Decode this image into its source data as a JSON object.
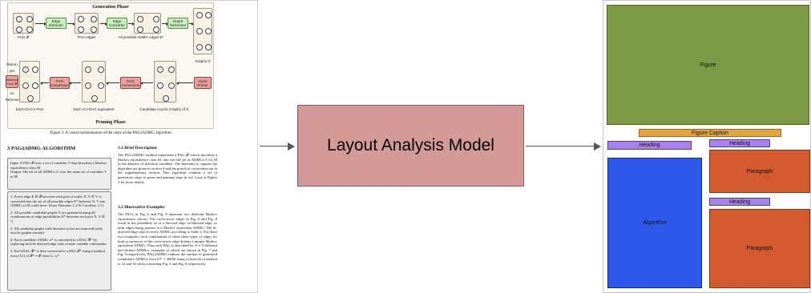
{
  "document": {
    "figure": {
      "generation_phase_title": "Generation Phase",
      "pruning_phase_title": "Pruning Phase",
      "boxes": {
        "edge_extractor": "Edge Extractor",
        "edge_converter": "Edge Converter",
        "graph_generator": "Graph Generator",
        "cycle_pruner": "Cycle Pruner",
        "dag_conversion": "DAG Conversion",
        "pag_conversion": "PAG Conversion",
        "matches_pag": "Matches PAG 𝒫"
      },
      "labels": {
        "pag_p": "PAG 𝒫",
        "pag_edges": "PAG edges",
        "all_admg_edges": "All possible ADMG edges E*",
        "graphs_g": "Graphs G",
        "each_dag_pag": "Each DAG's PAG",
        "each_g_dag": "Each G's DAG equivalent",
        "candidate_acyclic": "Candidate Acyclic Graphs of G",
        "return": "Return",
        "yes": "yes",
        "no": "no",
        "remove": "Remove"
      },
      "caption": "Figure 3: A visual representation of the steps of the PAG2ADMG algorithm"
    },
    "section_title": "3   PAG2ADMG ALGORITHM",
    "algorithm": {
      "input_text": "Input: A PAG 𝒫 over a set of variables V that describes a Markov equivalence class M",
      "output_text": "Output: The set of all ADMGs G over the same set of variables V in M",
      "steps": [
        "1. Every edge E ∈ 𝒫 between each pair of nodes X, Y ∈ V is converted into the set of all possible edges E* between X, Y any ADMG of M could have. (Uses Theorem 1–2 & Corollary 2.1)",
        "2. All possible candidate graphs G are generated using all combinations of edge possibilities E* between each pair X, Y ∈ V.",
        "3. All candidate graphs with directed cycles are removed (only acyclic graphs remain).",
        "4. Each candidate ADMG α* is converted to a DAG 𝒢* by replacing each bi-directed edge with a latent variable confounder.",
        "5. Each DAG 𝒢* is then converted to a PAG 𝒫* using a method from [12]. If 𝒫* ≠ 𝒫, then G \\ α*."
      ]
    },
    "subsection_1_title": "3.1   Brief Description",
    "subsection_1_text": "The PAG2ADMG method transforms a PAG 𝒫, which describes a Markov equivalence class M, into the full set of ADMGs S for M in the absence of selection variables. The theorems to support the algorithm are given in section 4 and the proofs of correctness are in the supplementary section. This algorithm contains a set of generation steps in green and pruning steps in red. Look at Figure 3 for more details.",
    "subsection_2_title": "3.2   Illustrative Examples",
    "subsection_2_text": "The PAGs in Fig. 6 and Fig. 8 represent two different Markov equivalence classes. The circle-arrow edges in Fig. 6 and Fig. 8 result in the possibility of of a directed edge, bi-directed edge, or both edges being present in a Markov equivalent ADMG. The bi-directed edge stays in every ADMG according to Table 2. For these two examples, each combination of these three types of edges for both occurrences of the circle-arrow edge defines a unique Markov equivalent ADMG. Thus each PAG is described by 3² = 9 different and distinct ADMGs, examples of which are shown in Fig. 7 and Fig. 9 respectively. PAG2ADMG reduces the number of generated (candidate) ADMGs from 6⁽⁵⁾ = 46656 using a brute-force method to 32 and 16 when converting Fig. 6 and Fig. 8 respectively."
  },
  "model": {
    "label": "Layout Analysis Model"
  },
  "output": {
    "regions": {
      "figure": "Figure",
      "figure_caption": "Figure Caption",
      "heading_left": "Heading",
      "heading_right_top": "Heading",
      "paragraph_top": "Paragraph",
      "heading_right_mid": "Heading",
      "algorithm": "Algorithm",
      "paragraph_bottom": "Paragraph"
    }
  },
  "colors": {
    "figure": "#7c9a45",
    "figure_caption": "#e3a53f",
    "heading": "#a883e9",
    "paragraph": "#d35a2f",
    "algorithm": "#2d5ae8",
    "model": "#d49a97",
    "generation_box": "#c9efbe",
    "pruning_box": "#e7a39d"
  }
}
